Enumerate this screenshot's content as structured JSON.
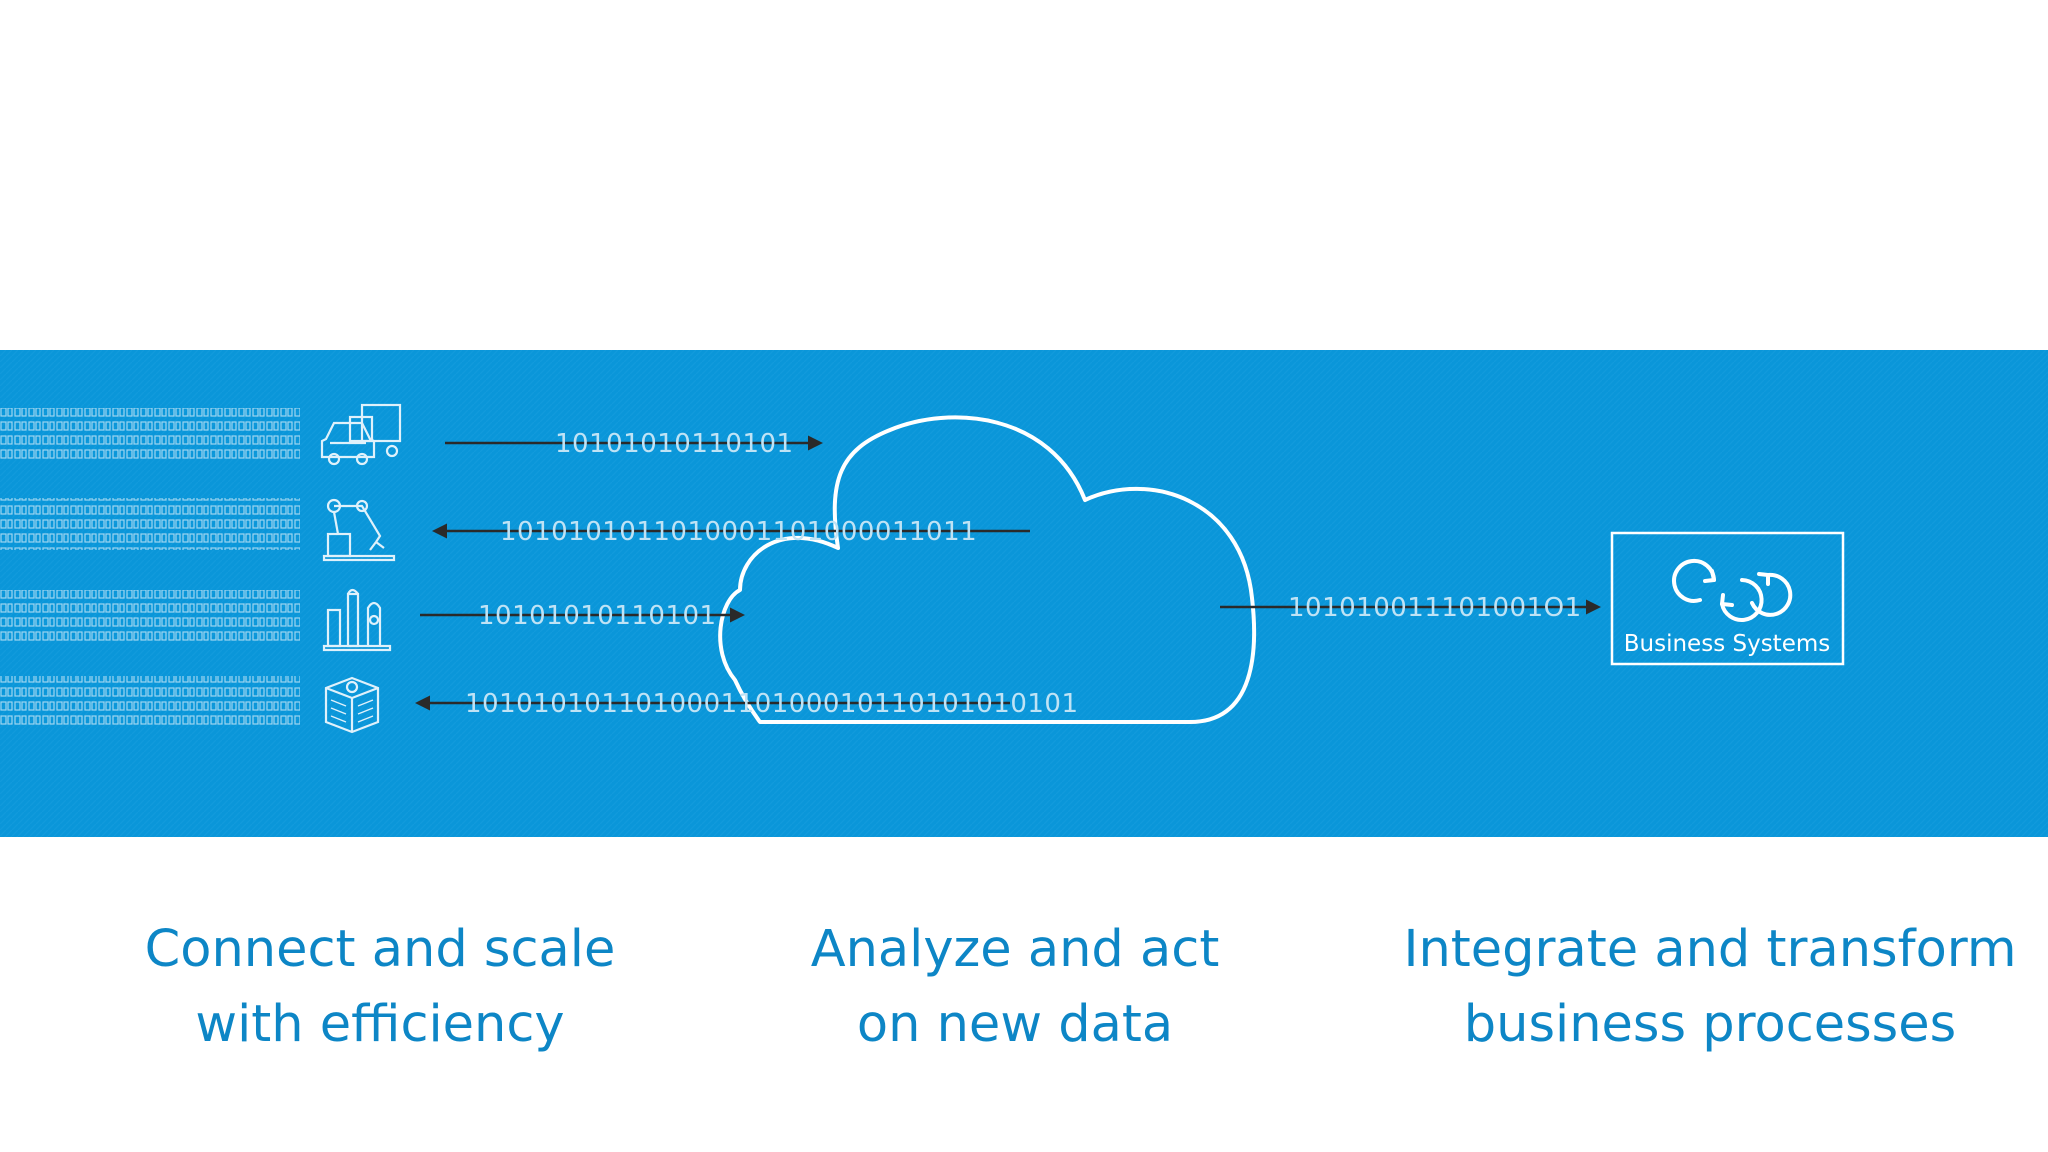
{
  "diagram": {
    "band_color": "#0a96d9",
    "streams": [
      {
        "bits": "10101010110101",
        "direction": "to-cloud",
        "device_icon": "vehicles-icon"
      },
      {
        "bits": "1010101011010001101000011011",
        "direction": "to-device",
        "device_icon": "robot-arm-icon"
      },
      {
        "bits": "10101010110101",
        "direction": "to-cloud",
        "device_icon": "factory-icon"
      },
      {
        "bits": "101010101101000110100010110101010101",
        "direction": "to-device",
        "device_icon": "building-icon"
      }
    ],
    "output_stream": {
      "bits": "101010011101001O1",
      "direction": "to-business-systems"
    },
    "business_systems": {
      "label": "Business Systems",
      "icon": "cycle-arrows-icon"
    },
    "cloud_icon": "cloud-icon"
  },
  "captions": [
    {
      "line1": "Connect and scale",
      "line2": "with efficiency"
    },
    {
      "line1": "Analyze and act",
      "line2": "on new data"
    },
    {
      "line1": "Integrate and transform",
      "line2": "business processes"
    }
  ],
  "colors": {
    "caption": "#0d86c6",
    "arrow": "#2a2a2a",
    "cloud_stroke": "#ffffff"
  }
}
